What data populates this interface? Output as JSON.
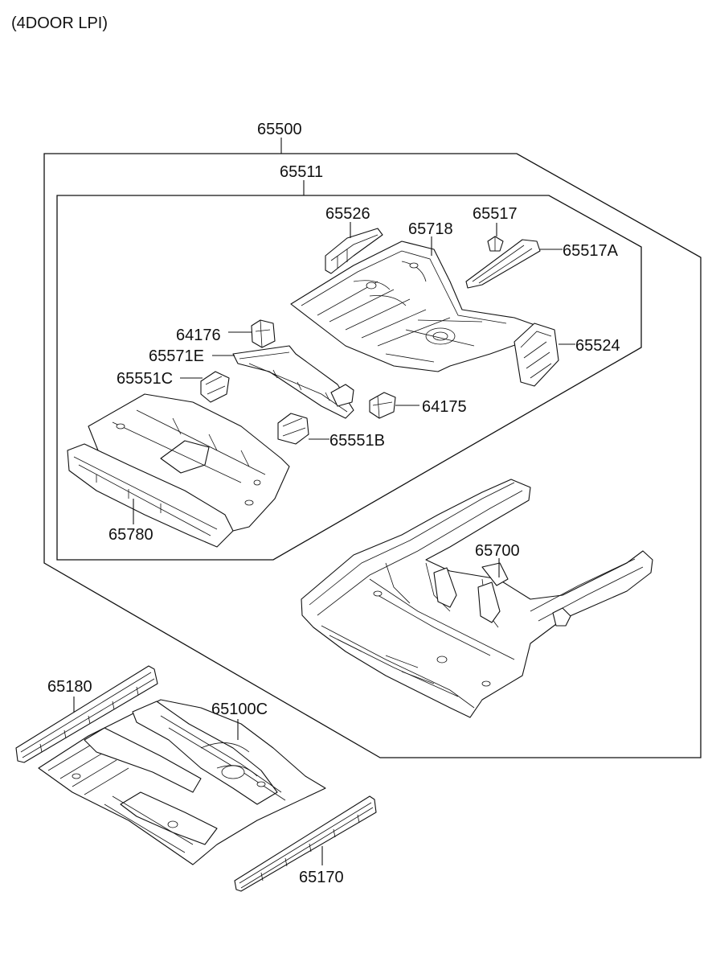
{
  "header": {
    "title": "(4DOOR LPI)"
  },
  "groups": {
    "outer": "65500",
    "inner": "65511"
  },
  "parts": {
    "p65526": "65526",
    "p65718": "65718",
    "p65517": "65517",
    "p65517A": "65517A",
    "p64176": "64176",
    "p65571E": "65571E",
    "p65551C": "65551C",
    "p65524": "65524",
    "p64175": "64175",
    "p65551B": "65551B",
    "p65780": "65780",
    "p65700": "65700",
    "p65180": "65180",
    "p65100C": "65100C",
    "p65170": "65170"
  }
}
